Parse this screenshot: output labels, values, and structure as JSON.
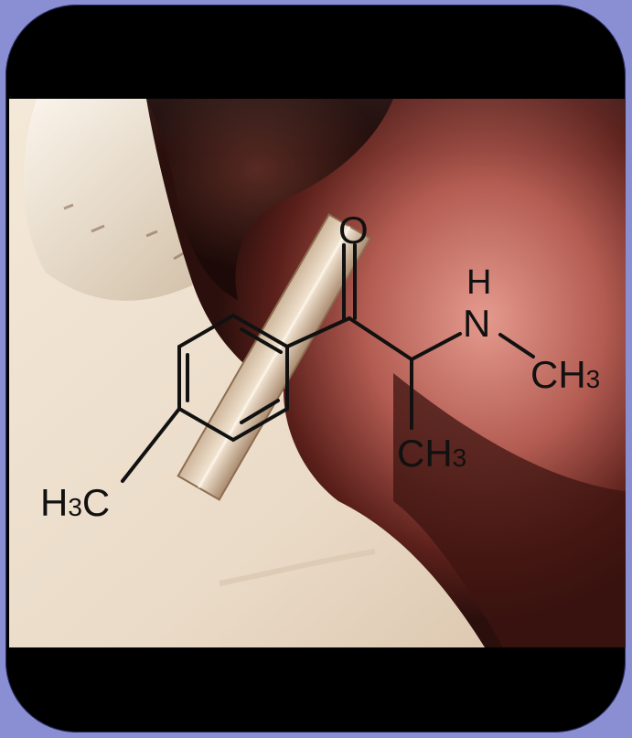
{
  "image": {
    "molecule": {
      "atoms": {
        "oxygen": "O",
        "nh_h": "H",
        "nh_n": "N",
        "methyl_n": "CH",
        "methyl_n_sub": "3",
        "methyl_alpha": "CH",
        "methyl_alpha_sub": "3",
        "methyl_ring_h": "H",
        "methyl_ring_sub": "3",
        "methyl_ring_c": "C"
      }
    },
    "colors": {
      "frame_background": "#8a8fd4",
      "frame_border": "#000000",
      "structure_stroke": "#111111"
    }
  }
}
